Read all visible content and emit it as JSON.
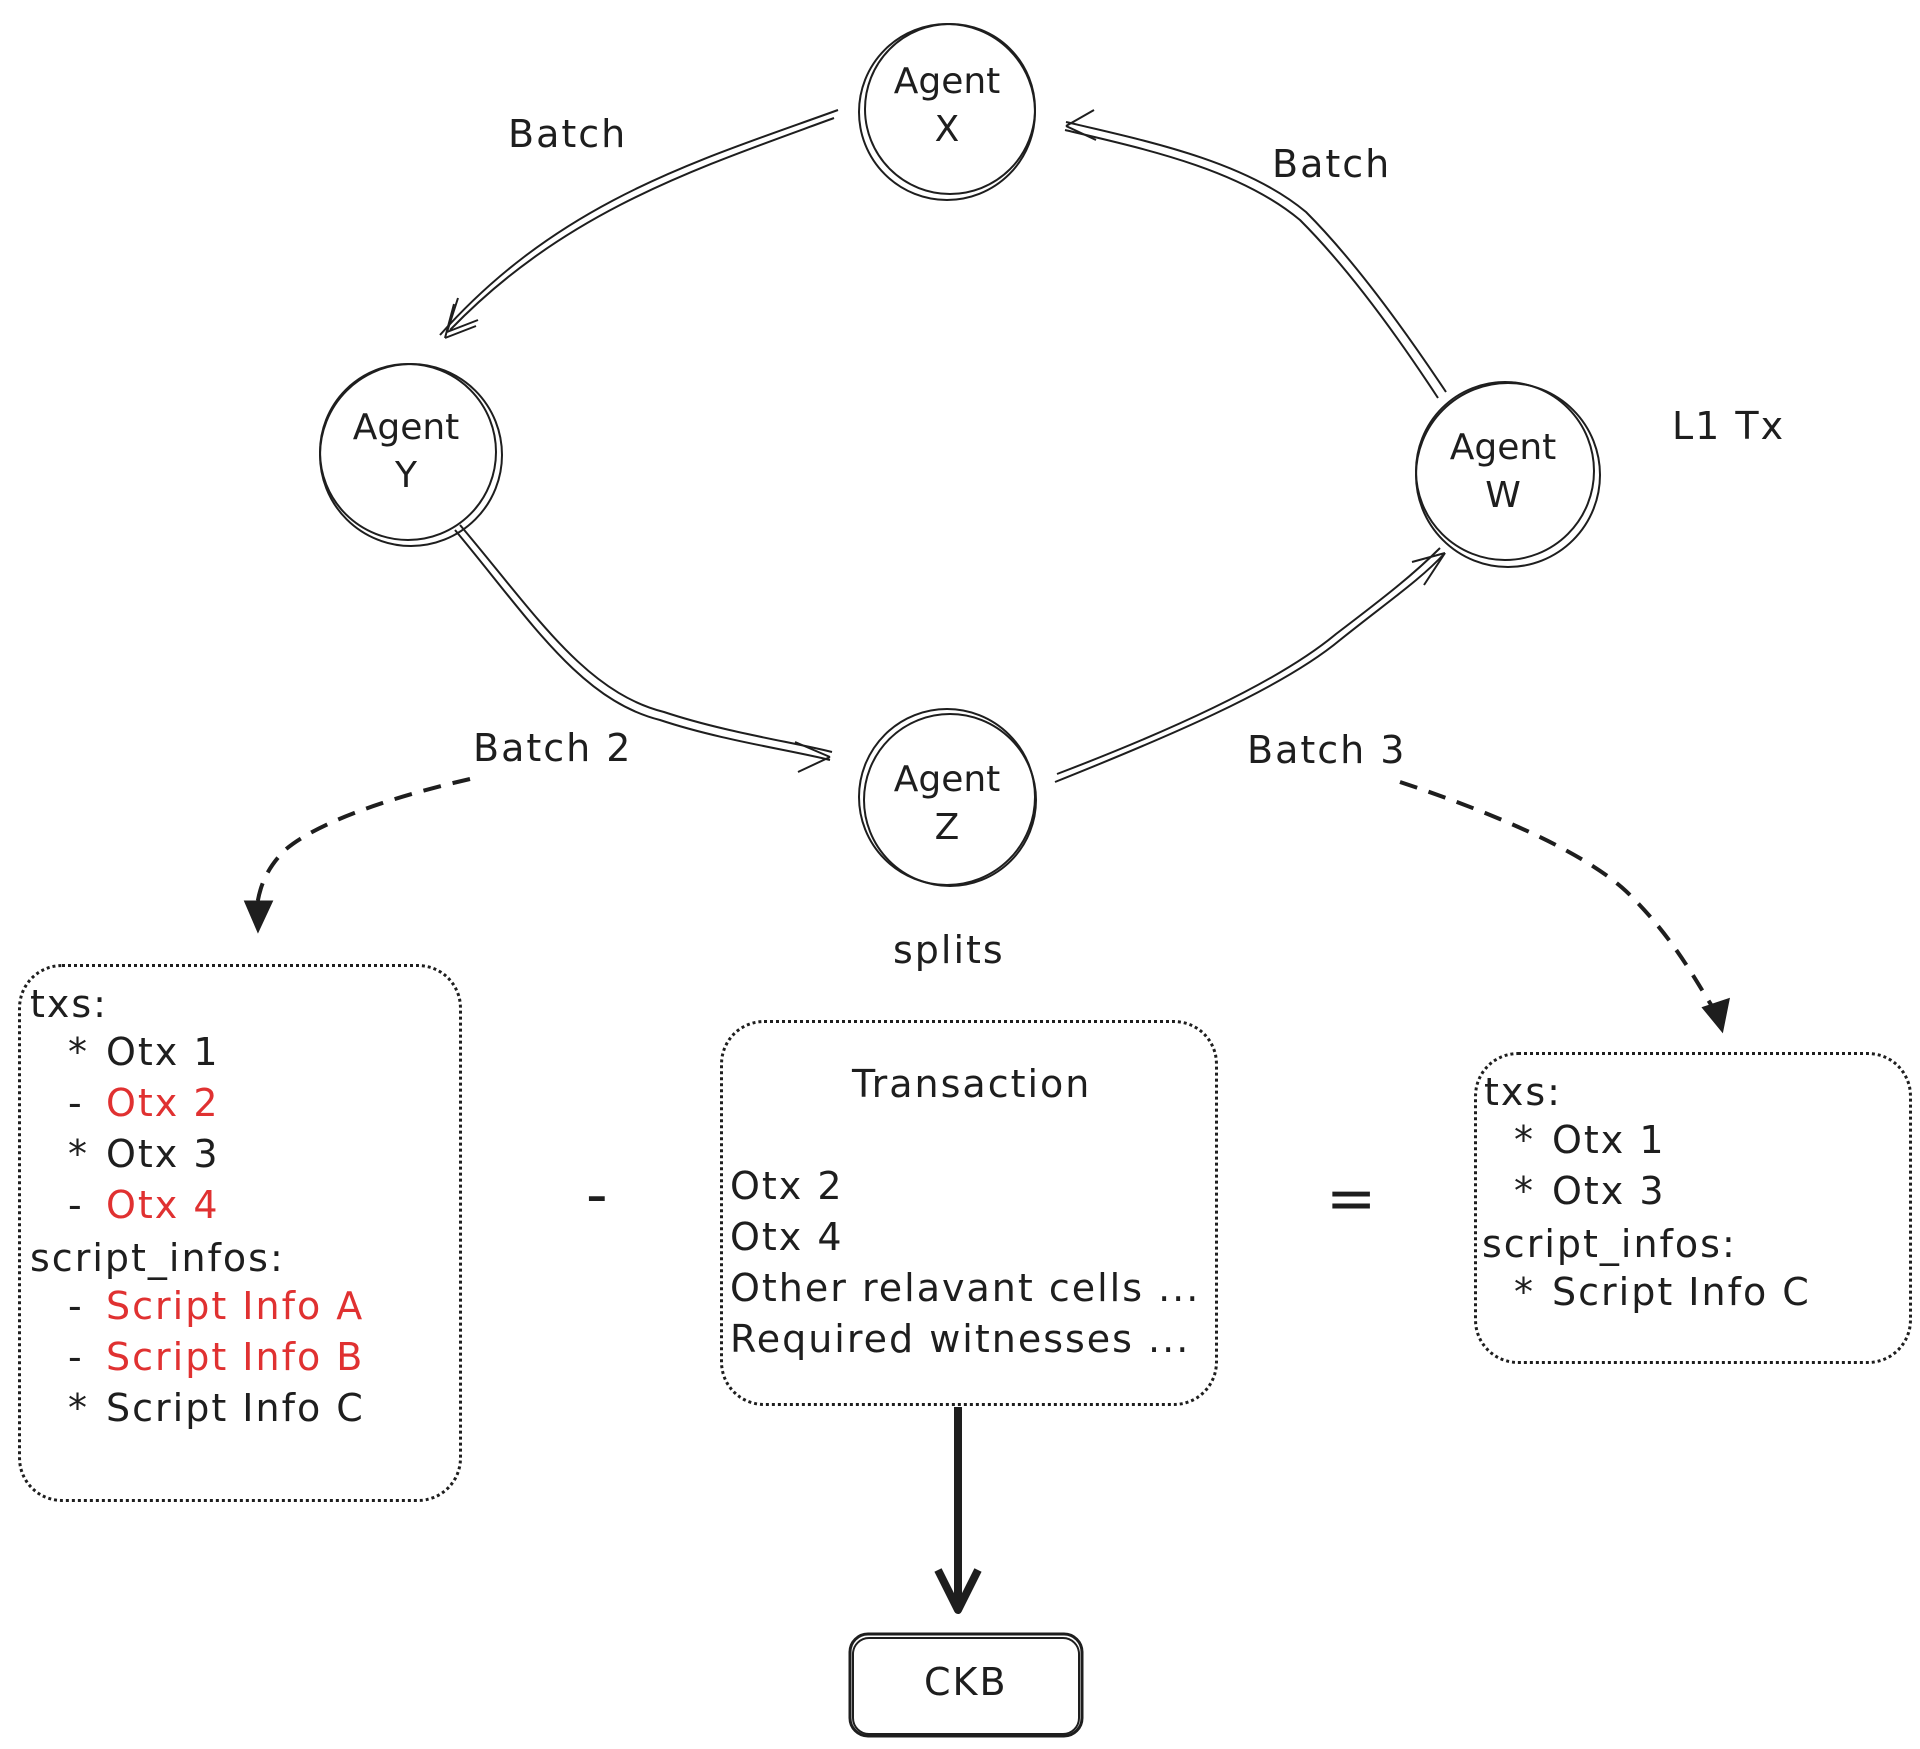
{
  "nodes": {
    "x": {
      "line1": "Agent",
      "line2": "X"
    },
    "y": {
      "line1": "Agent",
      "line2": "Y"
    },
    "z": {
      "line1": "Agent",
      "line2": "Z"
    },
    "w": {
      "line1": "Agent",
      "line2": "W"
    }
  },
  "edge_labels": {
    "x_to_y": "Batch",
    "w_to_x": "Batch",
    "y_to_z": "Batch 2",
    "z_to_w": "Batch 3"
  },
  "annotations": {
    "l1_tx": "L1 Tx",
    "splits": "splits",
    "minus": "-",
    "equals": "="
  },
  "left_box": {
    "txs_header": "txs:",
    "txs": [
      {
        "bullet": "*",
        "text": "Otx 1",
        "removed": false
      },
      {
        "bullet": "-",
        "text": "Otx 2",
        "removed": true
      },
      {
        "bullet": "*",
        "text": "Otx 3",
        "removed": false
      },
      {
        "bullet": "-",
        "text": "Otx 4",
        "removed": true
      }
    ],
    "scripts_header": "script_infos:",
    "scripts": [
      {
        "bullet": "-",
        "text": "Script Info A",
        "removed": true
      },
      {
        "bullet": "-",
        "text": "Script Info B",
        "removed": true
      },
      {
        "bullet": "*",
        "text": "Script Info C",
        "removed": false
      }
    ]
  },
  "middle_box": {
    "title": "Transaction",
    "lines": [
      "Otx 2",
      "Otx 4",
      "Other relavant cells ...",
      "Required witnesses ..."
    ]
  },
  "right_box": {
    "txs_header": "txs:",
    "txs": [
      {
        "bullet": "*",
        "text": "Otx 1"
      },
      {
        "bullet": "*",
        "text": "Otx 3"
      }
    ],
    "scripts_header": "script_infos:",
    "scripts": [
      {
        "bullet": "*",
        "text": "Script Info C"
      }
    ]
  },
  "ckb_box": {
    "label": "CKB"
  },
  "colors": {
    "ink": "#1e1e1e",
    "removed": "#e03131"
  }
}
